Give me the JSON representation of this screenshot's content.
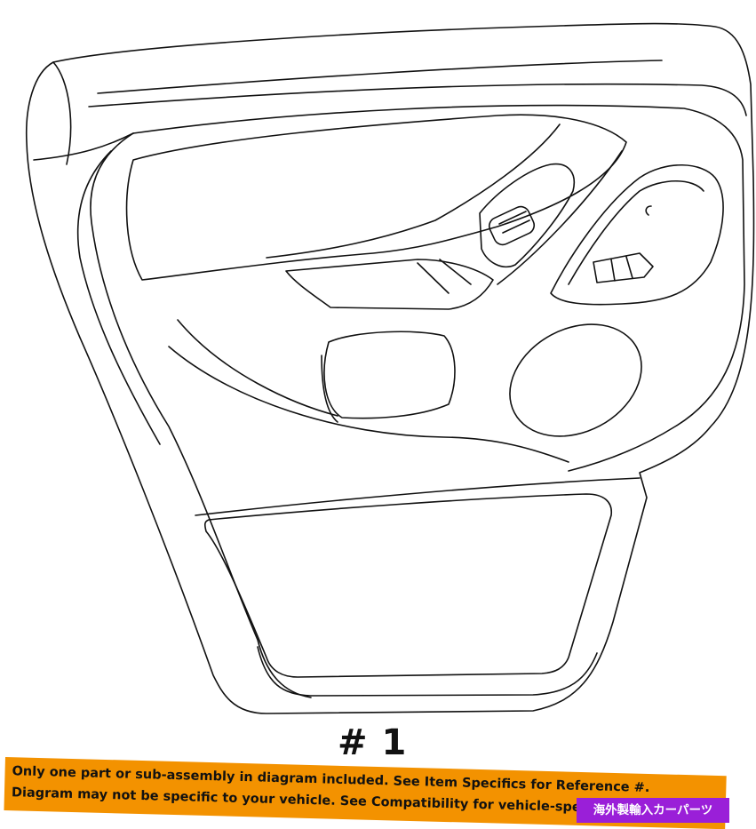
{
  "diagram": {
    "part_label": "# 1"
  },
  "disclaimer": {
    "line1": "Only one part or sub-assembly in diagram included. See Item Specifics for Reference #.",
    "line2": "Diagram may not be specific to your vehicle. See Compatibility for vehicle-specific fitment."
  },
  "shop_tag": {
    "text": "海外製輸入カーパーツ"
  },
  "colors": {
    "disclaimer_bg": "#f39200",
    "shop_tag_bg": "#9a1fd8",
    "line_art": "#111111"
  }
}
